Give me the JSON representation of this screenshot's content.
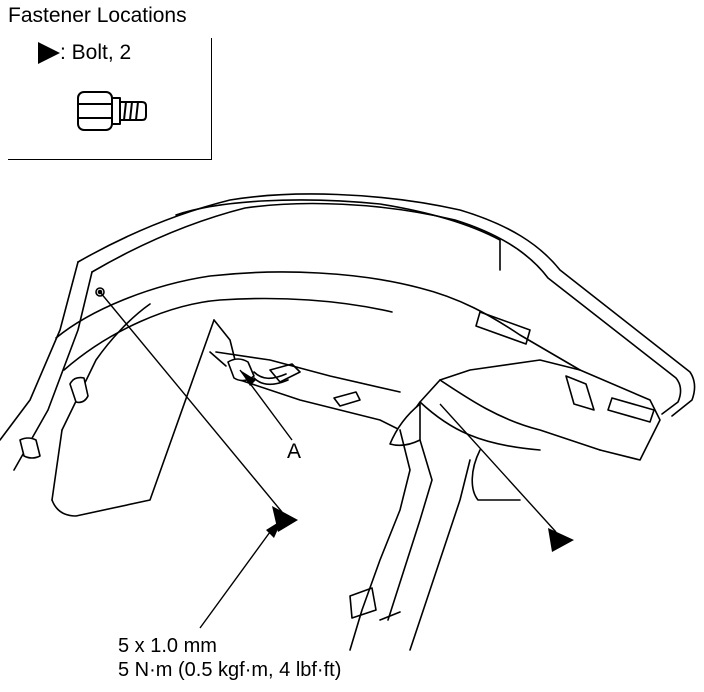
{
  "legend": {
    "title": "Fastener Locations",
    "symbol_text": ": Bolt, 2"
  },
  "callout": {
    "label": "A"
  },
  "spec": {
    "line1": "5 x 1.0 mm",
    "line2": "5 N·m (0.5 kgf·m, 4 lbf·ft)"
  }
}
